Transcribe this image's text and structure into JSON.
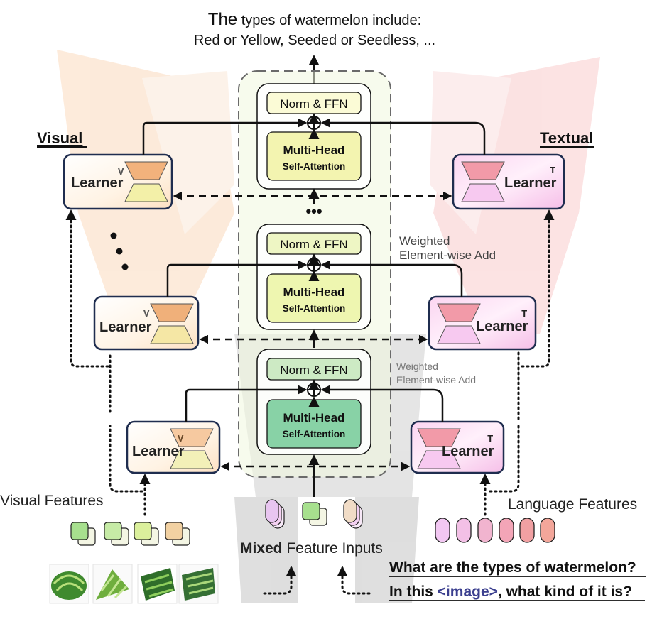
{
  "output": {
    "line1_prefix": "The",
    "line1_rest": " types of watermelon include:",
    "line2": "Red or Yellow, Seeded or Seedless, ..."
  },
  "sides": {
    "visual_title": "Visual",
    "textual_title": "Textual"
  },
  "learner": {
    "label": "Learner",
    "visual_sup": "V",
    "textual_sup": "T"
  },
  "blocks": {
    "norm_ffn": "Norm & FFN",
    "mha_line1": "Multi-Head",
    "mha_line2": "Self-Attention",
    "ellipsis": "•••"
  },
  "annotations": {
    "weighted_top_line1": "Weighted",
    "weighted_top_line2": "Element-wise Add",
    "weighted_bottom_line1": "Weighted",
    "weighted_bottom_line2": "Element-wise Add"
  },
  "inputs": {
    "visual_features": "Visual Features",
    "language_features": "Language Features",
    "mixed_bold": "Mixed",
    "mixed_rest": " Feature Inputs",
    "question1": "What are the types of watermelon?",
    "question2_prefix": "In this ",
    "question2_token": "<image>",
    "question2_suffix": ", what kind of it is?"
  },
  "colors": {
    "learner_border": "#1f2d4f",
    "hourglass_orange_top": "#f2b27c",
    "hourglass_yellow_bottom": "#f3f0a8",
    "hourglass_pink_top": "#f29aa8",
    "hourglass_pink_bottom": "#f7c9f0",
    "mha_light": "#f1f3a6",
    "mha_green": "#88d2a6",
    "ffn_top": "#fbfbd6",
    "ffn_mid": "#eef6c4",
    "ffn_bottom": "#cdeac4",
    "image_token": "#3b3f8f"
  }
}
